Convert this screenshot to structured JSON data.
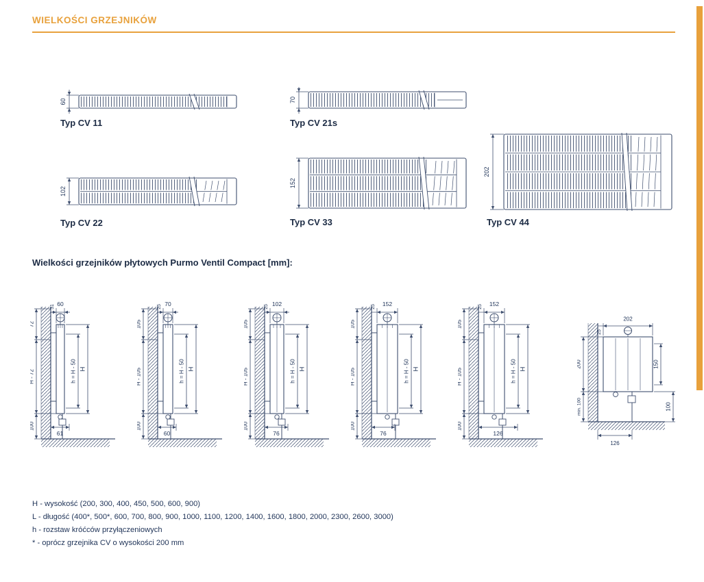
{
  "page": {
    "title": "WIELKOŚCI GRZEJNIKÓW",
    "accent_color": "#e8a13c",
    "text_color": "#22365a"
  },
  "top_section": {
    "diagrams": [
      {
        "label": "Typ CV 11",
        "depth_mm": "60"
      },
      {
        "label": "Typ CV 21s",
        "depth_mm": "70"
      },
      {
        "label": "Typ CV 22",
        "depth_mm": "102"
      },
      {
        "label": "Typ CV 33",
        "depth_mm": "152"
      },
      {
        "label": "Typ CV 44",
        "depth_mm": "202"
      }
    ]
  },
  "mid_section": {
    "heading": "Wielkości grzejników płytowych Purmo Ventil Compact [mm]:",
    "mount_diagrams": [
      {
        "depth": "60",
        "wall_gap": "31",
        "top_offset": "72",
        "middle": "H - 72",
        "floor_clearance": "100",
        "pipe_offset": "61",
        "pipe_spacing": "h = H - 50",
        "height": "H"
      },
      {
        "depth": "70",
        "wall_gap": "25",
        "top_offset": "105",
        "middle": "H - 105",
        "floor_clearance": "100",
        "pipe_offset": "60",
        "pipe_spacing": "h = H - 50",
        "height": "H"
      },
      {
        "depth": "102",
        "wall_gap": "25",
        "top_offset": "105",
        "middle": "H - 105",
        "floor_clearance": "100",
        "pipe_offset": "76",
        "pipe_spacing": "h = H - 50",
        "height": "H"
      },
      {
        "depth": "152",
        "wall_gap": "25",
        "top_offset": "105",
        "middle": "H - 105",
        "floor_clearance": "100",
        "pipe_offset": "76",
        "pipe_spacing": "h = H - 50",
        "height": "H"
      },
      {
        "depth": "152",
        "wall_gap": "25",
        "top_offset": "105",
        "middle": "H - 105",
        "floor_clearance": "100",
        "pipe_offset": "126",
        "pipe_spacing": "h = H - 50",
        "height": "H"
      }
    ],
    "corner_diagram": {
      "depth": "202",
      "wall_gap": "25",
      "height": "200",
      "floor_min": "min. 100",
      "pipe_spacing": "150",
      "lower": "100",
      "pipe_offset": "126"
    }
  },
  "legend": {
    "lines": [
      "H - wysokość (200, 300, 400, 450, 500, 600, 900)",
      "L - długość (400*, 500*, 600, 700, 800, 900, 1000, 1100, 1200, 1400, 1600, 1800, 2000, 2300, 2600, 3000)",
      "h - rozstaw króćców przyłączeniowych",
      "* - oprócz grzejnika CV o wysokości 200 mm"
    ]
  }
}
